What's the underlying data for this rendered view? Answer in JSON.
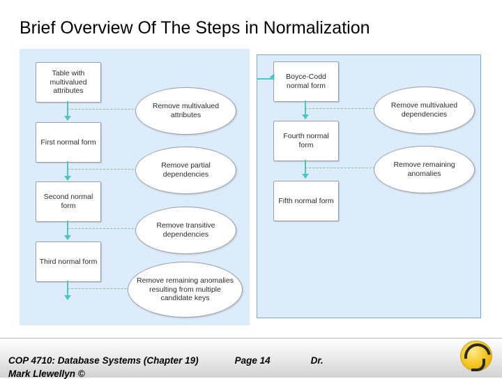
{
  "slide": {
    "title": "Brief Overview Of The Steps in Normalization",
    "background": "#ffffff",
    "panel_color": "#dcecfa",
    "arrow_color": "#49c7c0",
    "dashed_color": "#7fbf8f"
  },
  "diagram": {
    "left_column_boxes": [
      {
        "label": "Table with multivalued attributes"
      },
      {
        "label": "First normal form"
      },
      {
        "label": "Second normal form"
      },
      {
        "label": "Third normal form"
      }
    ],
    "left_ellipses": [
      {
        "label": "Remove multivalued attributes"
      },
      {
        "label": "Remove partial dependencies"
      },
      {
        "label": "Remove transitive dependencies"
      },
      {
        "label": "Remove remaining anomalies resulting from multiple candidate keys"
      }
    ],
    "right_column_boxes": [
      {
        "label": "Boyce-Codd normal form"
      },
      {
        "label": "Fourth normal form"
      },
      {
        "label": "Fifth normal form"
      }
    ],
    "right_ellipses": [
      {
        "label": "Remove multivalued dependencies"
      },
      {
        "label": "Remove remaining anomalies"
      }
    ]
  },
  "footer": {
    "course": "COP 4710: Database Systems  (Chapter 19)",
    "page": "Page 14",
    "author_prefix": "Dr.",
    "author_line2": "Mark Llewellyn ©",
    "logo_name": "ucf-pegasus-logo"
  }
}
